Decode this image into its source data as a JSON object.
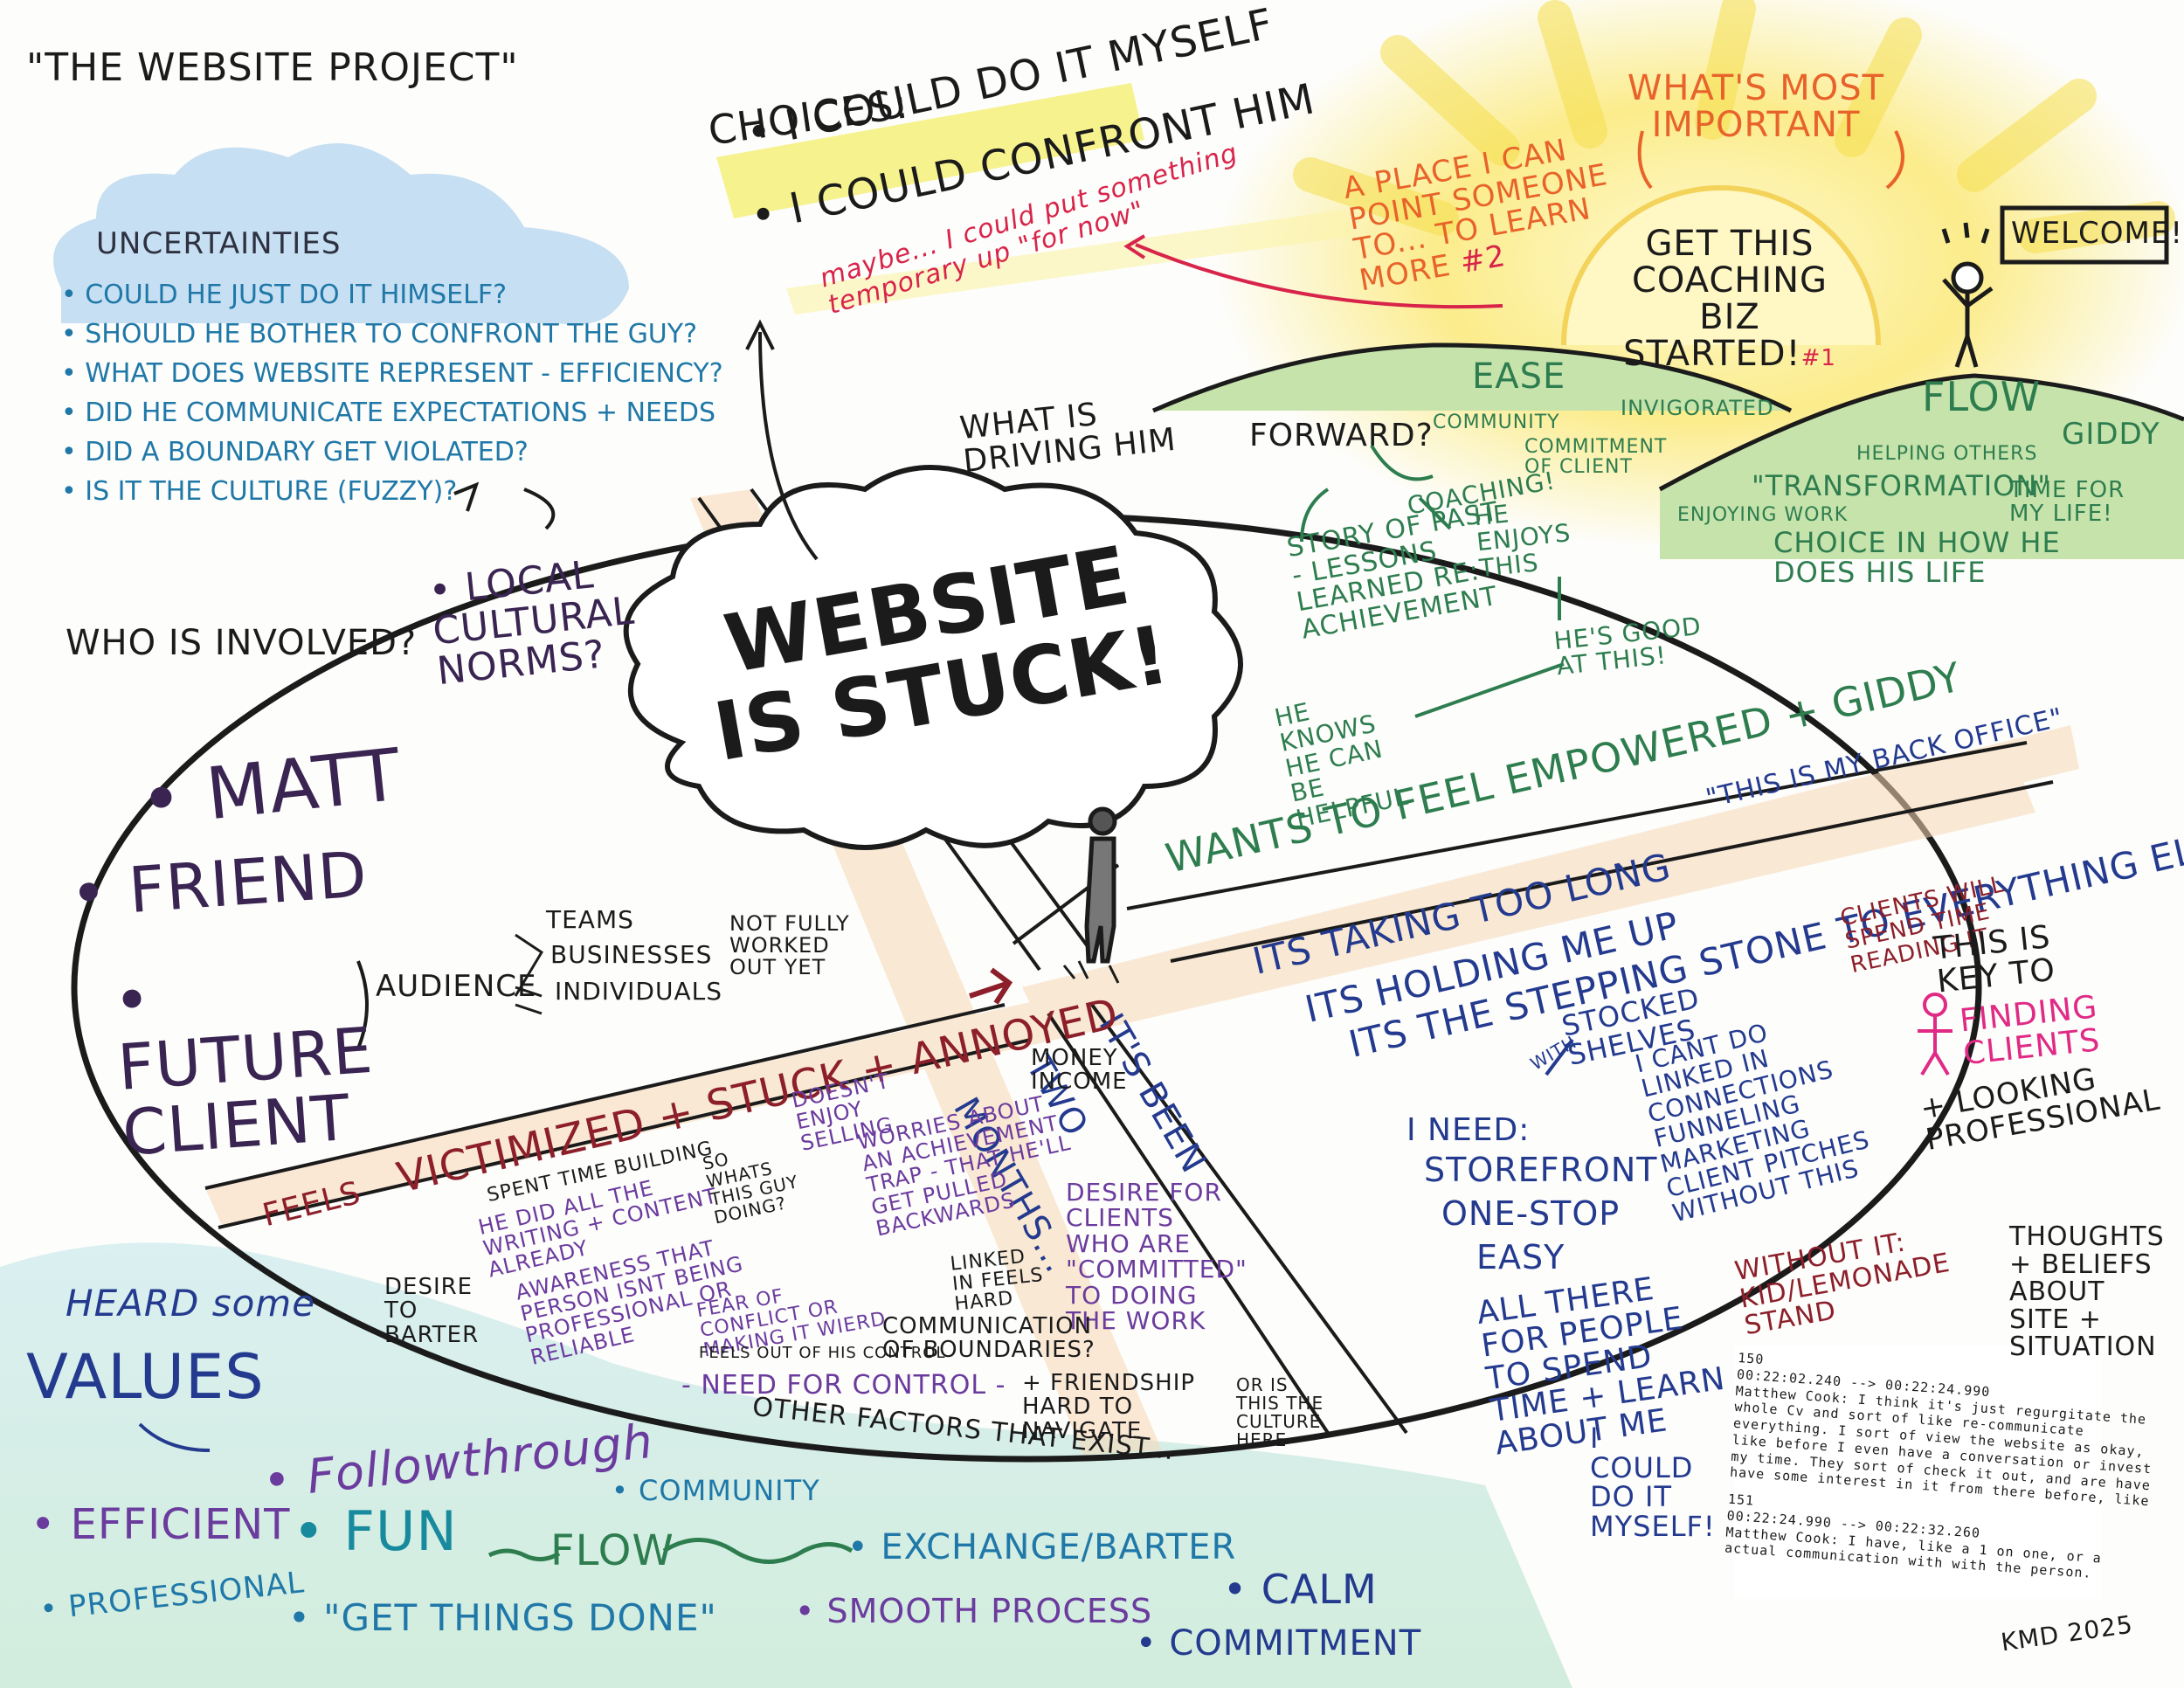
{
  "title": "\"THE WEBSITE PROJECT\"",
  "uncertainties": {
    "heading": "UNCERTAINTIES",
    "items": [
      "COULD HE JUST DO IT HIMSELF?",
      "SHOULD HE BOTHER TO CONFRONT THE GUY?",
      "WHAT DOES WEBSITE REPRESENT - EFFICIENCY?",
      "DID HE COMMUNICATE EXPECTATIONS + NEEDS",
      "DID A BOUNDARY GET VIOLATED?",
      "IS IT THE CULTURE (FUZZY)?"
    ]
  },
  "choices": {
    "heading": "CHOICES:",
    "items": [
      "I COULD DO IT MYSELF",
      "I COULD CONFRONT HIM"
    ],
    "maybe": "maybe... I could put something temporary up \"for now\""
  },
  "important": {
    "heading": "WHAT'S MOST IMPORTANT",
    "place": "A PLACE I CAN POINT SOMEONE TO... TO LEARN MORE",
    "place_num": "#2",
    "biz": "GET THIS COACHING BIZ STARTED!",
    "biz_num": "#1",
    "welcome": "WELCOME!"
  },
  "hills": {
    "ease": "EASE",
    "invigorated": "INVIGORATED",
    "community": "COMMUNITY",
    "commitment": "COMMITMENT OF CLIENT",
    "flow": "FLOW",
    "giddy": "GIDDY",
    "helping": "HELPING OTHERS",
    "transformation": "\"TRANSFORMATION\"",
    "enjoying": "ENJOYING WORK",
    "time_for_life": "TIME FOR MY LIFE!",
    "choice": "CHOICE IN HOW HE DOES HIS LIFE"
  },
  "driving": {
    "question_a": "WHAT IS DRIVING HIM",
    "question_b": "FORWARD?",
    "story": "STORY OF PAST - LESSONS LEARNED RE: ACHIEVEMENT",
    "coaching": "COACHING!",
    "enjoys": "HE ENJOYS THIS",
    "good_at": "HE'S GOOD AT THIS!",
    "knows": "HE KNOWS HE CAN BE HELPFUL"
  },
  "center": {
    "cloud": "WEBSITE IS STUCK!"
  },
  "who": {
    "question": "WHO IS INVOLVED?",
    "norms": "LOCAL CULTURAL NORMS?",
    "people": [
      "MATT",
      "FRIEND",
      "FUTURE CLIENT"
    ],
    "audience_label": "AUDIENCE",
    "audience": [
      "TEAMS",
      "BUSINESSES",
      "INDIVIDUALS"
    ],
    "not_worked_out": "NOT FULLY WORKED OUT YET"
  },
  "right_section": {
    "empowered": "WANTS TO FEEL EMPOWERED + GIDDY",
    "back_office": "\"THIS IS MY BACK OFFICE\"",
    "lines": [
      "ITS TAKING TOO LONG",
      "ITS HOLDING ME UP",
      "ITS THE STEPPING STONE TO EVERYTHING ELSE"
    ],
    "clients_spend": "CLIENTS WILL SPEND TIME READING IT",
    "key": "THIS IS KEY TO",
    "finding": "FINDING CLIENTS",
    "looking": "+ LOOKING PROFESSIONAL",
    "with": "WITH",
    "stocked": "STOCKED SHELVES",
    "need_label": "I NEED:",
    "needs": [
      "STOREFRONT",
      "ONE-STOP",
      "EASY",
      "ALL THERE FOR PEOPLE TO SPEND TIME + LEARN ABOUT ME"
    ],
    "cant": "I CANT DO LINKED IN CONNECTIONS FUNNELING MARKETING CLIENT PITCHES WITHOUT THIS",
    "without": "WITHOUT IT: KID/LEMONADE STAND",
    "two_months": "IT'S BEEN TWO MONTHS..."
  },
  "bottom_left": {
    "feels": "FEELS",
    "victimized": "VICTIMIZED + STUCK + ANNOYED",
    "money": "MONEY INCOME",
    "spent": "SPENT TIME BUILDING",
    "did_all": "HE DID ALL THE WRITING + CONTENT ALREADY",
    "so_whats": "SO WHATS THIS GUY DOING?",
    "doesnt_enjoy": "DOESN'T ENJOY SELLING",
    "worries": "WORRIES ABOUT AN ACHIEVEMENT TRAP - THAT HE'LL GET PULLED BACKWARDS",
    "desire_clients": "DESIRE FOR CLIENTS WHO ARE \"COMMITTED\" TO DOING THE WORK",
    "awareness": "AWARENESS THAT PERSON ISNT BEING PROFESSIONAL OR RELIABLE",
    "linked_in": "LINKED IN FEELS HARD",
    "desire_barter": "DESIRE TO BARTER",
    "fear": "FEAR OF CONFLICT OR MAKING IT WIERD",
    "communication": "COMMUNICATION OF BOUNDARIES?",
    "control_small": "FEELS OUT OF HIS CONTROL",
    "need_control": "- NEED FOR CONTROL -",
    "friendship": "+ FRIENDSHIP HARD TO NAVIGATE",
    "culture": "OR IS THIS THE CULTURE HERE",
    "other": "OTHER FACTORS THAT EXIST..."
  },
  "values": {
    "heard": "HEARD some",
    "values_word": "VALUES",
    "efficient": "EFFICIENT",
    "followthrough": "Followthrough",
    "fun": "FUN",
    "professional": "PROFESSIONAL",
    "get_done": "\"GET THINGS DONE\"",
    "community": "COMMUNITY",
    "flow": "FLOW",
    "exchange": "EXCHANGE/BARTER",
    "smooth": "SMOOTH PROCESS",
    "calm": "CALM",
    "commitment": "COMMITMENT"
  },
  "thoughts": "THOUGHTS + BELIEFS ABOUT SITE + SITUATION",
  "could_myself": "I COULD DO IT MYSELF!",
  "transcript": [
    "150",
    "00:22:02.240 --> 00:22:24.990",
    "Matthew Cook: I think it's just regurgitate the",
    "whole Cv and sort of like re-communicate",
    "everything. I sort of view the website as okay,",
    "like before I even have a conversation or invest",
    "my time. They sort of check it out, and are have",
    "have some interest in it from there before, like",
    "",
    "151",
    "00:22:24.990 --> 00:22:32.260",
    "Matthew Cook: I have, like a 1 on one, or a",
    "actual communication with with the person."
  ],
  "signature": "KMD 2025",
  "colors": {
    "sun": "#fbe86a",
    "sun_glow": "#fff6b8",
    "hill": "#b9dc9c",
    "cloud_blue": "#b8d6ef",
    "water": "#cfe9e6",
    "band": "#f7d7b4",
    "highlight": "#f5f07a"
  }
}
